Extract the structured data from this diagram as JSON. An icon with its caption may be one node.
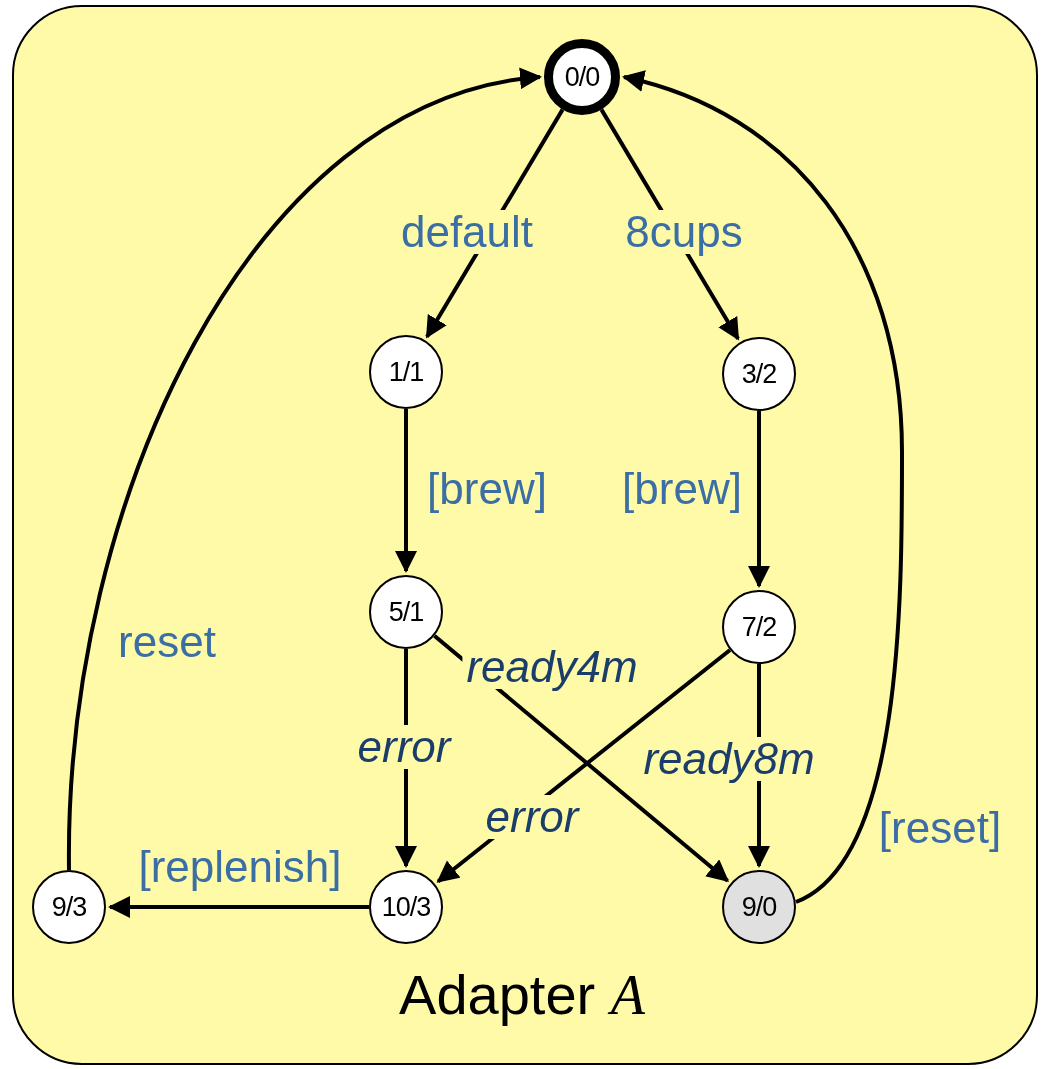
{
  "diagram": {
    "nodes": [
      {
        "text": [
          "Adapter *A*"
        ]
      },
      {
        "text": [
          "0/0"
        ],
        "in": 0
      },
      {
        "text": [
          "1/1"
        ],
        "in": 0
      },
      {
        "text": [
          "3/2"
        ],
        "in": 0
      },
      {
        "text": [
          "5/1"
        ],
        "in": 0
      },
      {
        "text": [
          "7/2"
        ],
        "in": 0
      },
      {
        "text": [
          "9/3"
        ],
        "in": 0
      },
      {
        "text": [
          "10/3"
        ],
        "in": 0
      },
      {
        "text": [
          "9/0"
        ],
        "in": 0
      }
    ],
    "edges": [
      {
        "from": 1,
        "to": 2,
        "arrow": "to",
        "label": "default"
      },
      {
        "from": 1,
        "to": 3,
        "arrow": "to",
        "label": "8cups"
      },
      {
        "from": 2,
        "to": 4,
        "arrow": "to",
        "label": "[brew]"
      },
      {
        "from": 3,
        "to": 5,
        "arrow": "to",
        "label": "[brew]"
      },
      {
        "from": 4,
        "to": 7,
        "arrow": "to",
        "label": "error"
      },
      {
        "from": 4,
        "to": 8,
        "arrow": "to",
        "label": "ready4m"
      },
      {
        "from": 5,
        "to": 7,
        "arrow": "to",
        "label": "error"
      },
      {
        "from": 5,
        "to": 8,
        "arrow": "to",
        "label": "ready8m"
      },
      {
        "from": 7,
        "to": 6,
        "arrow": "to",
        "label": "[replenish]"
      },
      {
        "from": 6,
        "to": 1,
        "arrow": "to",
        "label": "reset"
      },
      {
        "from": 8,
        "to": 1,
        "arrow": "to",
        "label": "[reset]"
      }
    ]
  }
}
